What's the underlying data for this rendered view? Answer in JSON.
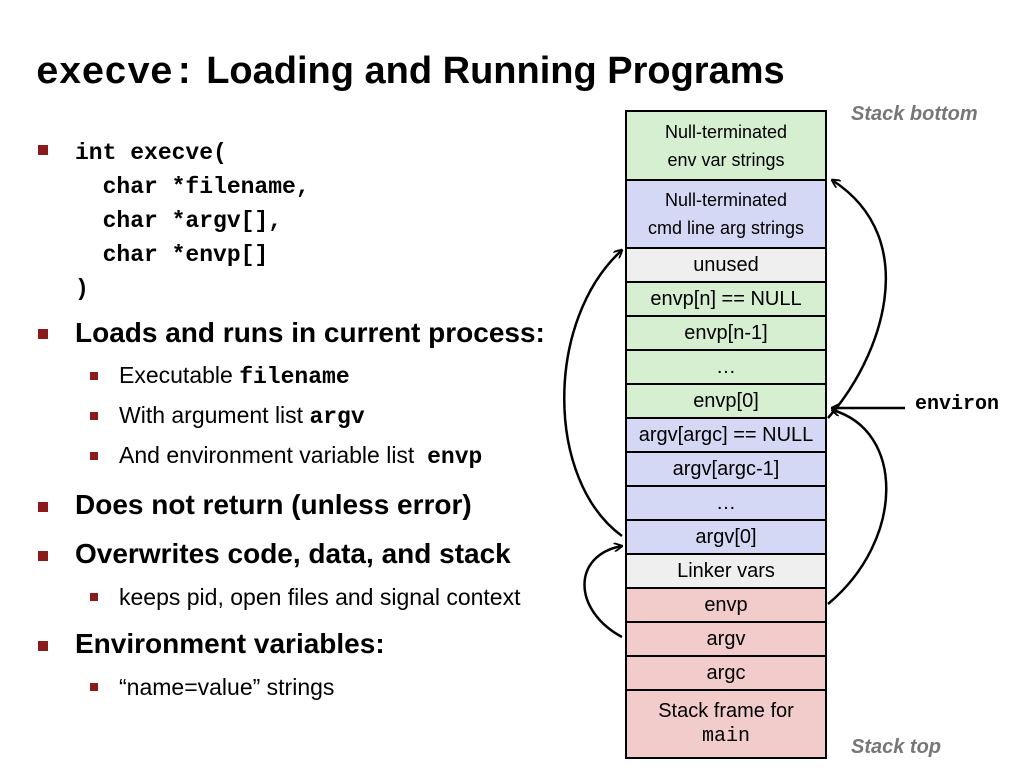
{
  "title": {
    "code": "execve:",
    "text": "Loading and Running Programs"
  },
  "signature": [
    "int execve(",
    "  char *filename,",
    "  char *argv[],",
    "  char *envp[]",
    ")"
  ],
  "bullets": {
    "loads": {
      "text": "Loads and runs in current process:",
      "subs": [
        {
          "text": "Executable ",
          "code": "filename"
        },
        {
          "text": "With argument list ",
          "code": "argv"
        },
        {
          "text": "And environment variable list  ",
          "code": "envp"
        }
      ]
    },
    "noreturn": {
      "text": "Does not return (unless error)"
    },
    "overwrites": {
      "text": "Overwrites code, data, and stack",
      "subs": [
        {
          "text": "keeps pid, open files and signal context"
        }
      ]
    },
    "env": {
      "text": "Environment variables:",
      "subs": [
        {
          "text": "“name=value” strings"
        }
      ]
    }
  },
  "stack": {
    "cells": [
      {
        "line1": "Null-terminated",
        "line2": "env var strings"
      },
      {
        "line1": "Null-terminated",
        "line2": "cmd line arg strings"
      },
      {
        "label": "unused"
      },
      {
        "label": "envp[n] == NULL"
      },
      {
        "label": "envp[n-1]"
      },
      {
        "label": "…"
      },
      {
        "label": "envp[0]"
      },
      {
        "label": "argv[argc] == NULL"
      },
      {
        "label": "argv[argc-1]"
      },
      {
        "label": "…"
      },
      {
        "label": "argv[0]"
      },
      {
        "label": "Linker vars"
      },
      {
        "label": "envp"
      },
      {
        "label": "argv"
      },
      {
        "label": "argc"
      },
      {
        "line1": "Stack frame for",
        "code": "main"
      }
    ],
    "colors": {
      "env": "#d5efd0",
      "argv": "#d5d8f5",
      "linker": "#efefef",
      "frame": "#f2cbcb",
      "bullet": "#8b1a1a",
      "note": "#777777"
    }
  },
  "labels": {
    "stack_bottom": "Stack bottom",
    "stack_top": "Stack top",
    "environ": "environ"
  }
}
